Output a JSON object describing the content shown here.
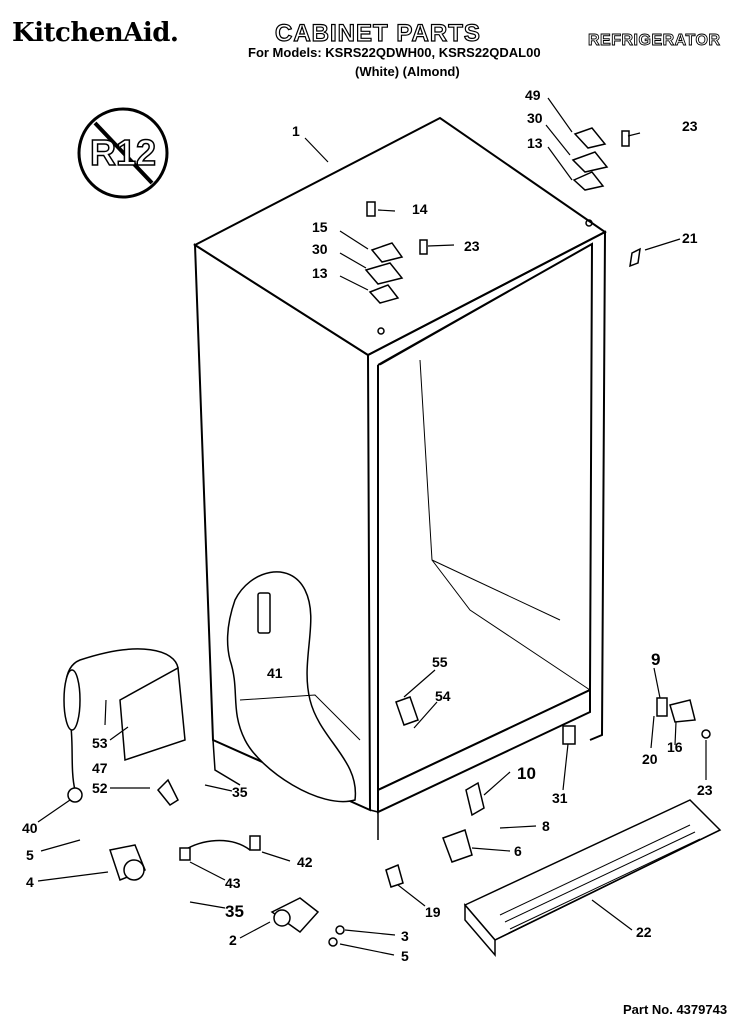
{
  "header": {
    "brand": "KitchenAid.",
    "title": "CABINET PARTS",
    "models": "For Models: KSRS22QDWH00, KSRS22QDAL00",
    "variants": "(White)      (Almond)",
    "category": "REFRIGERATOR"
  },
  "badge": {
    "label": "R12"
  },
  "footer": {
    "part_number": "Part No. 4379743"
  },
  "callouts": [
    "1",
    "49",
    "30",
    "13",
    "23",
    "14",
    "15",
    "30",
    "23",
    "13",
    "21",
    "41",
    "55",
    "54",
    "10",
    "31",
    "9",
    "20",
    "16",
    "23",
    "53",
    "47",
    "52",
    "35",
    "40",
    "5",
    "4",
    "43",
    "42",
    "8",
    "6",
    "35",
    "2",
    "3",
    "5",
    "19",
    "22"
  ]
}
